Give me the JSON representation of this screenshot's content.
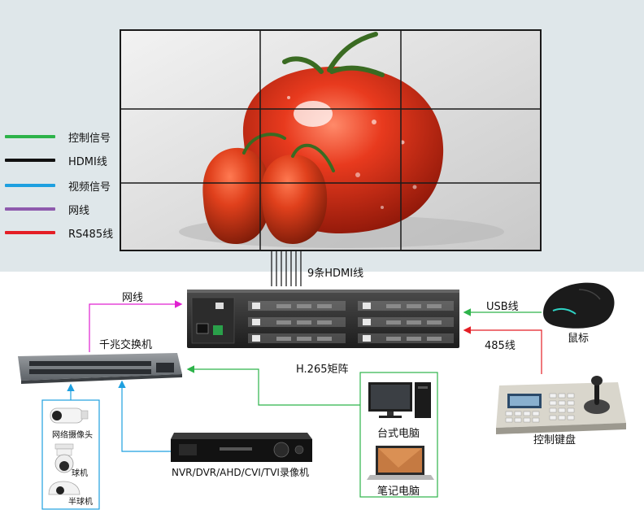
{
  "legend": [
    {
      "label": "控制信号",
      "color": "#2db34a"
    },
    {
      "label": "HDMI线",
      "color": "#111111"
    },
    {
      "label": "视频信号",
      "color": "#1ea0e0"
    },
    {
      "label": "网线",
      "color": "#8e5aad"
    },
    {
      "label": "RS485线",
      "color": "#e41e25"
    }
  ],
  "labels": {
    "hdmi_bundle": "9条HDMI线",
    "network_cable": "网线",
    "usb_cable": "USB线",
    "rs485_cable": "485线",
    "switch": "千兆交换机",
    "matrix": "H.265矩阵",
    "mouse": "鼠标",
    "keyboard": "控制键盘",
    "desktop": "台式电脑",
    "laptop": "笔记电脑",
    "nvr": "NVR/DVR/AHD/CVI/TVI录像机",
    "net_camera": "网络摄像头",
    "dome_camera": "球机",
    "half_dome_camera": "半球机"
  },
  "colors": {
    "control": "#2db34a",
    "network": "#e020d0",
    "video": "#1ea0e0",
    "rs485": "#e41e25"
  }
}
